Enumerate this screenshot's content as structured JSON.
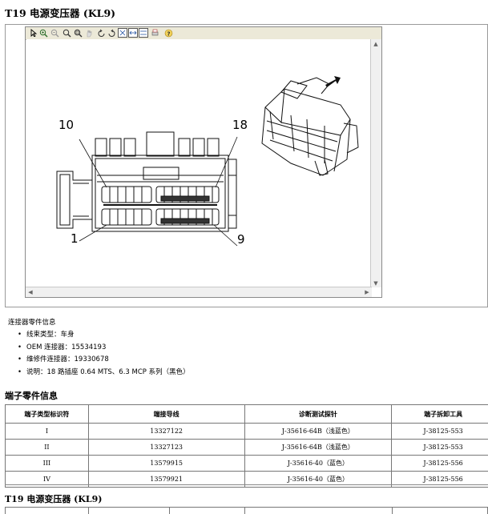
{
  "page": {
    "title": "T19 电源变压器 (KL9)",
    "title_repeat": "T19 电源变压器 (KL9)"
  },
  "viewer": {
    "toolbar_icons": [
      "select-arrow-icon",
      "zoom-in-icon",
      "zoom-out-icon",
      "zoom-glass-icon",
      "zoom-window-icon",
      "pan-hand-icon",
      "rotate-left-icon",
      "rotate-right-icon",
      "fit-page-icon",
      "fit-width-icon",
      "print-icon",
      "help-icon"
    ],
    "callouts": {
      "c10": "10",
      "c18": "18",
      "c1": "1",
      "c9": "9"
    }
  },
  "connector_info": {
    "heading": "连接器零件信息",
    "items": [
      "线束类型：车身",
      "OEM 连接器：15534193",
      "维修件连接器：19330678",
      "说明：18 路插座 0.64 MTS、6.3 MCP 系列（黑色）"
    ]
  },
  "terminal_section": {
    "title": "端子零件信息",
    "headers": [
      "端子类型标识符",
      "端接导线",
      "诊断测试探针",
      "端子拆卸工具"
    ],
    "rows": [
      [
        "I",
        "13327122",
        "J-35616-64B（浅蓝色）",
        "J-38125-553"
      ],
      [
        "II",
        "13327123",
        "J-35616-64B（浅蓝色）",
        "J-38125-553"
      ],
      [
        "III",
        "13579915",
        "J-35616-40（蓝色）",
        "J-38125-556"
      ],
      [
        "IV",
        "13579921",
        "J-35616-40（蓝色）",
        "J-38125-556"
      ]
    ]
  },
  "colors": {
    "toolbar_bg": "#ece9d8",
    "border": "#777777",
    "scroll_bg": "#f0f0f0"
  }
}
